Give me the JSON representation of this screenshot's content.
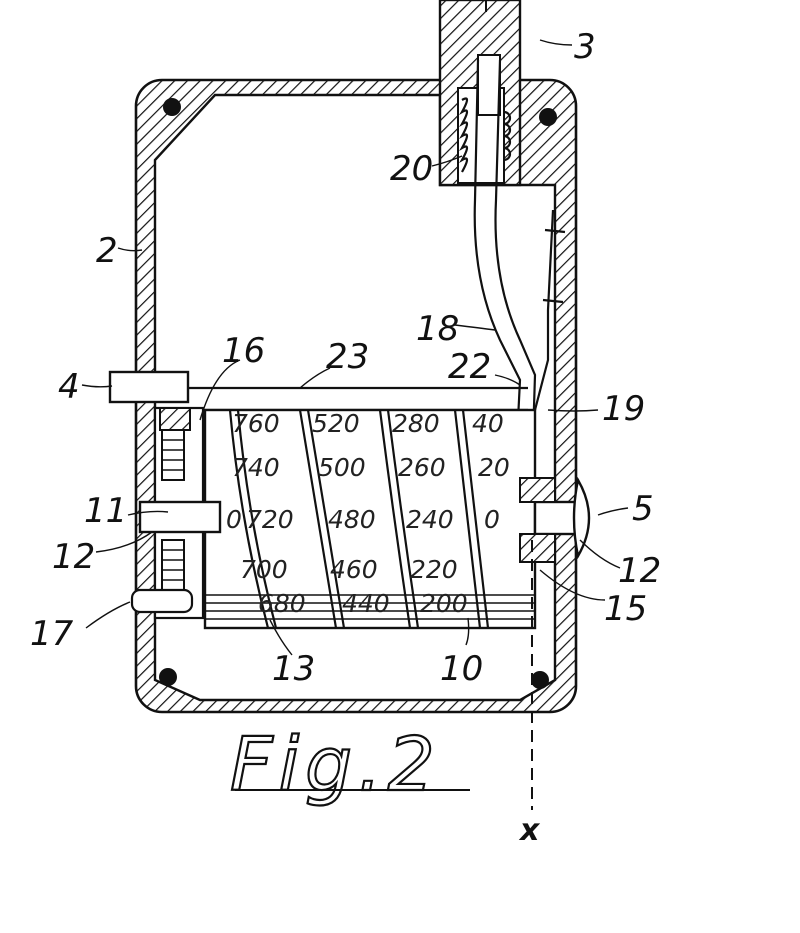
{
  "figure": {
    "caption": "Fig.2",
    "section_mark": "x"
  },
  "reference_numerals": {
    "n2": "2",
    "n3": "3",
    "n4": "4",
    "n5": "5",
    "n10": "10",
    "n11": "11",
    "n12_left": "12",
    "n12_right": "12",
    "n13": "13",
    "n15": "15",
    "n16": "16",
    "n17": "17",
    "n18": "18",
    "n19": "19",
    "n20": "20",
    "n22": "22",
    "n23": "23"
  },
  "drum_scale": {
    "row1": [
      "760",
      "520",
      "280",
      "40"
    ],
    "row2": [
      "740",
      "500",
      "260",
      "20"
    ],
    "row3": [
      "0",
      "720",
      "480",
      "240",
      "0"
    ],
    "row4": [
      "700",
      "460",
      "220"
    ],
    "row5": [
      "680",
      "440",
      "200"
    ]
  }
}
